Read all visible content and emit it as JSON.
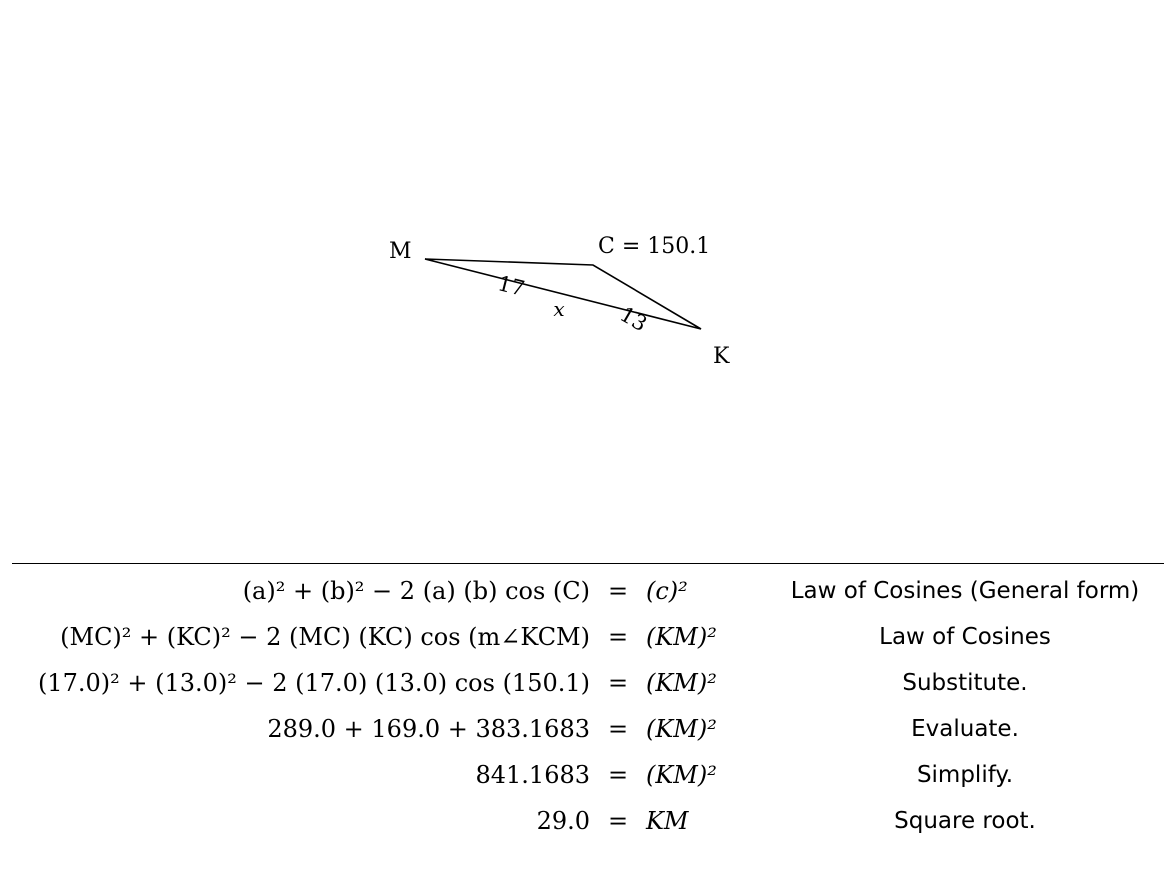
{
  "diagram": {
    "vertex_m": "M",
    "vertex_k": "K",
    "angle_label": "C = 150.1",
    "side_mc": "17",
    "side_kc": "13",
    "side_mk": "x"
  },
  "proof": {
    "rows": [
      {
        "lhs": "(a)² + (b)² − 2 (a) (b) cos (C)",
        "eq": "=",
        "rhs": "(c)²",
        "reason": "Law of Cosines (General form)"
      },
      {
        "lhs": "(MC)² + (KC)² − 2 (MC) (KC) cos (m∠KCM)",
        "eq": "=",
        "rhs": "(KM)²",
        "reason": "Law of Cosines"
      },
      {
        "lhs": "(17.0)² + (13.0)² − 2 (17.0) (13.0) cos (150.1)",
        "eq": "=",
        "rhs": "(KM)²",
        "reason": "Substitute."
      },
      {
        "lhs": "289.0 + 169.0 + 383.1683",
        "eq": "=",
        "rhs": "(KM)²",
        "reason": "Evaluate."
      },
      {
        "lhs": "841.1683",
        "eq": "=",
        "rhs": "(KM)²",
        "reason": "Simplify."
      },
      {
        "lhs": "29.0",
        "eq": "=",
        "rhs": "KM",
        "reason": "Square root."
      }
    ]
  }
}
